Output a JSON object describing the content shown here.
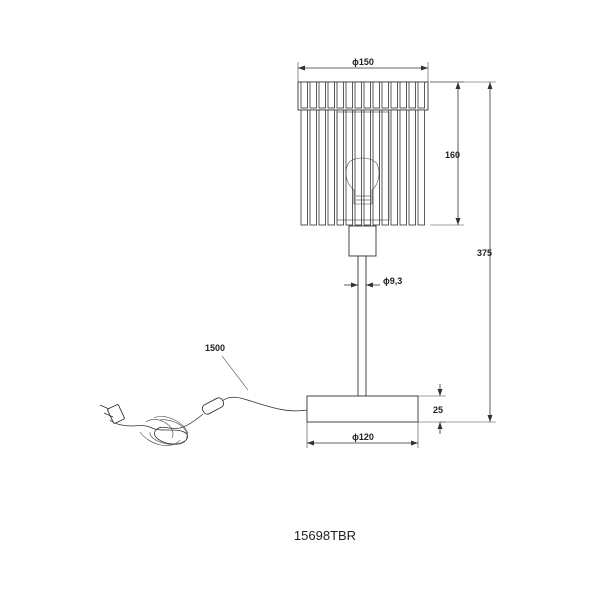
{
  "dimensions": {
    "shade_diameter": "ϕ150",
    "shade_height": "160",
    "total_height": "375",
    "stem_diameter": "ϕ9,3",
    "cable_length": "1500",
    "base_height": "25",
    "base_diameter": "ϕ120"
  },
  "product_code": "15698TBR",
  "shade_slat_count": 14
}
